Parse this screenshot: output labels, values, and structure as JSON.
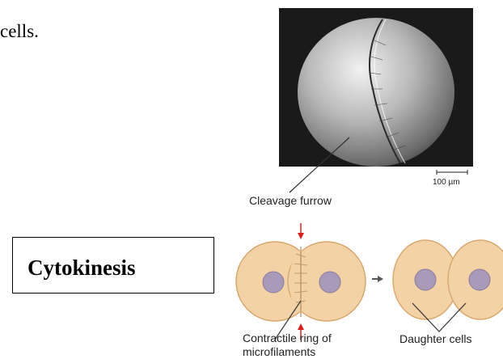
{
  "intro": {
    "text": "cells."
  },
  "title": {
    "text": "Cytokinesis"
  },
  "micrograph": {
    "scale_label": "100 µm",
    "cleavage_furrow_label": "Cleavage furrow"
  },
  "diagram": {
    "contractile_ring_label_line1": "Contractile ring of",
    "contractile_ring_label_line2": "microfilaments",
    "daughter_cells_label": "Daughter cells"
  },
  "colors": {
    "cell_fill": "#f3d3a6",
    "cell_stroke": "#d9a871",
    "nucleus": "#a89ab8",
    "arrow_red": "#d62020",
    "micrograph_bg": "#1a1a1a"
  }
}
